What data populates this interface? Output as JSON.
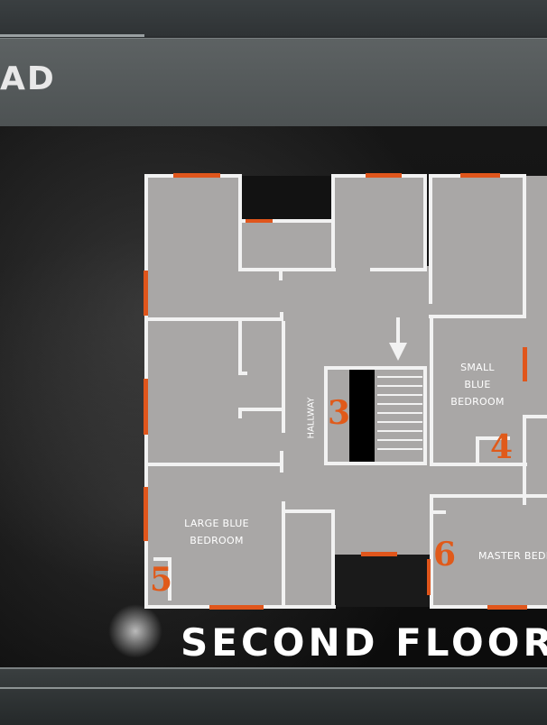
{
  "header": {
    "title": "AD"
  },
  "map": {
    "floor_title": "SECOND FLOOR",
    "rooms": {
      "hallway": "HALLWAY",
      "small_blue_bedroom": [
        "SMALL",
        "BLUE",
        "BEDROOM"
      ],
      "large_blue_bedroom": [
        "LARGE BLUE",
        "BEDROOM"
      ],
      "master_bedroom": "MASTER BEDRO"
    },
    "markers": [
      "3",
      "4",
      "5",
      "6"
    ]
  },
  "colors": {
    "floor": "#a9a7a6",
    "wall": "#f2f2f2",
    "window": "#e0561c",
    "marker": "#e05a1a",
    "stairwell": "#000000"
  },
  "icons": {
    "stairs_arrow": "down-arrow-icon"
  }
}
